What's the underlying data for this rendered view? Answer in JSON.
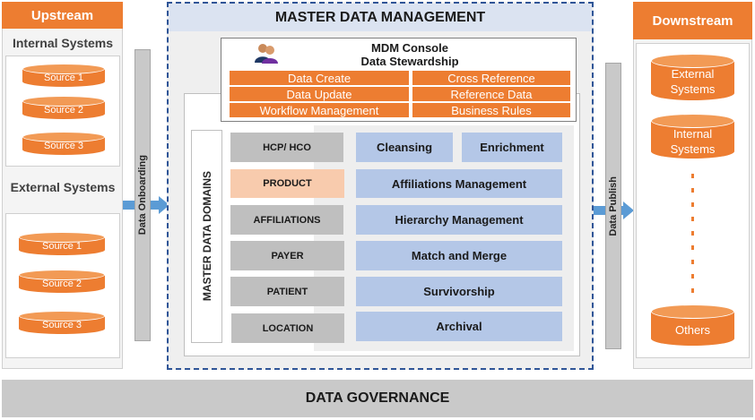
{
  "upstream": {
    "header": "Upstream",
    "internal": {
      "title": "Internal Systems",
      "sources": [
        "Source 1",
        "Source 2",
        "Source 3"
      ]
    },
    "external": {
      "title": "External Systems",
      "sources": [
        "Source 1",
        "Source 2",
        "Source 3"
      ]
    }
  },
  "onboarding_label": "Data Onboarding",
  "mdm": {
    "title": "MASTER DATA MANAGEMENT",
    "console": {
      "title_line1": "MDM Console",
      "title_line2": "Data Stewardship",
      "functions": [
        "Data Create",
        "Cross Reference",
        "Data Update",
        "Reference Data",
        "Workflow Management",
        "Business Rules"
      ]
    },
    "domains_label": "MASTER DATA DOMAINS",
    "domains": [
      "HCP/ HCO",
      "PRODUCT",
      "AFFILIATIONS",
      "PAYER",
      "PATIENT",
      "LOCATION"
    ],
    "services": [
      "Cleansing",
      "Enrichment",
      "Affiliations Management",
      "Hierarchy Management",
      "Match and Merge",
      "Survivorship",
      "Archival"
    ]
  },
  "publish_label": "Data Publish",
  "downstream": {
    "header": "Downstream",
    "targets": [
      {
        "line1": "External",
        "line2": "Systems"
      },
      {
        "line1": "Internal",
        "line2": "Systems"
      },
      {
        "line1": "Others",
        "line2": ""
      }
    ]
  },
  "governance": "DATA GOVERNANCE",
  "colors": {
    "orange": "#ed7d31",
    "light_blue": "#b4c7e7",
    "gray": "#bfbfbf",
    "peach": "#f8cbad",
    "border_blue": "#2f5597",
    "arrow_blue": "#5b9bd5"
  }
}
